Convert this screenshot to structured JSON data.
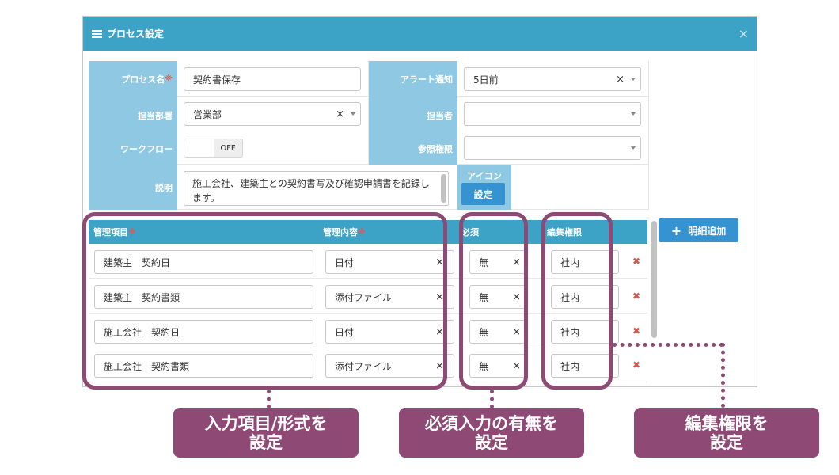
{
  "modal": {
    "title": "プロセス設定",
    "close": "×"
  },
  "form": {
    "process_name_label": "プロセス名",
    "required_mark": "※",
    "process_name_value": "契約書保存",
    "alert_label": "アラート通知",
    "alert_value": "5日前",
    "dept_label": "担当部署",
    "dept_value": "営業部",
    "person_label": "担当者",
    "person_value": "",
    "workflow_label": "ワークフロー",
    "workflow_toggle": "OFF",
    "view_perm_label": "参照権限",
    "view_perm_value": "",
    "desc_label": "説明",
    "desc_value": "施工会社、建築主との契約書写及び確認申請書を記録します。",
    "icon_label": "アイコン",
    "icon_button": "設定",
    "clear_mark": "×"
  },
  "table": {
    "headers": {
      "item": "管理項目",
      "content": "管理内容",
      "required": "必須",
      "edit_perm": "編集権限"
    },
    "add_button": "明細追加",
    "add_icon": "+",
    "delete_mark": "✖",
    "rows": [
      {
        "item": "建築主　契約日",
        "content": "日付",
        "required": "無",
        "edit": "社内"
      },
      {
        "item": "建築主　契約書類",
        "content": "添付ファイル",
        "required": "無",
        "edit": "社内"
      },
      {
        "item": "施工会社　契約日",
        "content": "日付",
        "required": "無",
        "edit": "社内"
      },
      {
        "item": "施工会社　契約書類",
        "content": "添付ファイル",
        "required": "無",
        "edit": "社内"
      }
    ]
  },
  "callouts": {
    "input_items": [
      "入力項目/形式を",
      "設定"
    ],
    "required": [
      "必須入力の有無を",
      "設定"
    ],
    "edit_perm": [
      "編集権限を",
      "設定"
    ]
  },
  "colors": {
    "header": "#3da3c6",
    "label_bg": "#8fc8e2",
    "accent": "#8e4a75",
    "button": "#3593d2"
  }
}
